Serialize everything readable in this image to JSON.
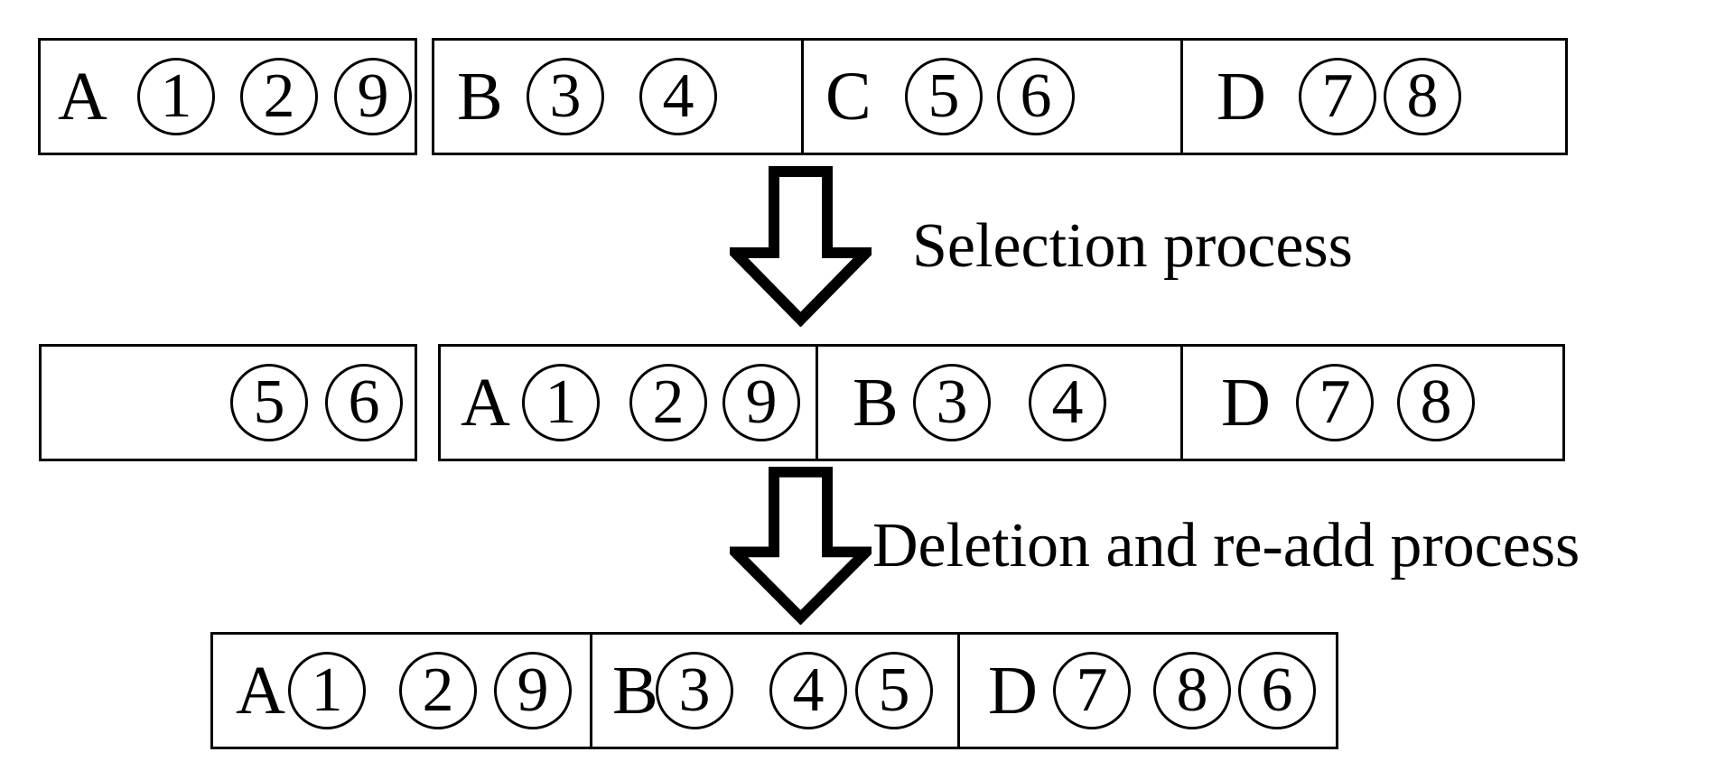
{
  "diagram": {
    "title": "Selection and deletion/re-add process diagram",
    "colors": {
      "line": "#000000",
      "background": "#ffffff"
    },
    "rows": [
      {
        "name": "initial-state",
        "boxes": [
          {
            "sections": [
              {
                "letter": "A",
                "numbers": [
                  "1",
                  "2",
                  "9"
                ]
              }
            ]
          },
          {
            "sections": [
              {
                "letter": "B",
                "numbers": [
                  "3",
                  "4"
                ]
              },
              {
                "letter": "C",
                "numbers": [
                  "5",
                  "6"
                ]
              },
              {
                "letter": "D",
                "numbers": [
                  "7",
                  "8"
                ]
              }
            ]
          }
        ]
      },
      {
        "name": "after-selection",
        "boxes": [
          {
            "sections": [
              {
                "letter": "",
                "numbers": [
                  "5",
                  "6"
                ]
              }
            ]
          },
          {
            "sections": [
              {
                "letter": "A",
                "numbers": [
                  "1",
                  "2",
                  "9"
                ]
              },
              {
                "letter": "B",
                "numbers": [
                  "3",
                  "4"
                ]
              },
              {
                "letter": "D",
                "numbers": [
                  "7",
                  "8"
                ]
              }
            ]
          }
        ]
      },
      {
        "name": "after-deletion-readd",
        "boxes": [
          {
            "sections": [
              {
                "letter": "A",
                "numbers": [
                  "1",
                  "2",
                  "9"
                ]
              },
              {
                "letter": "B",
                "numbers": [
                  "3",
                  "4",
                  "5"
                ]
              },
              {
                "letter": "D",
                "numbers": [
                  "7",
                  "8",
                  "6"
                ]
              }
            ]
          }
        ]
      }
    ],
    "arrows": [
      {
        "label": "Selection process"
      },
      {
        "label": "Deletion and re-add process"
      }
    ]
  }
}
